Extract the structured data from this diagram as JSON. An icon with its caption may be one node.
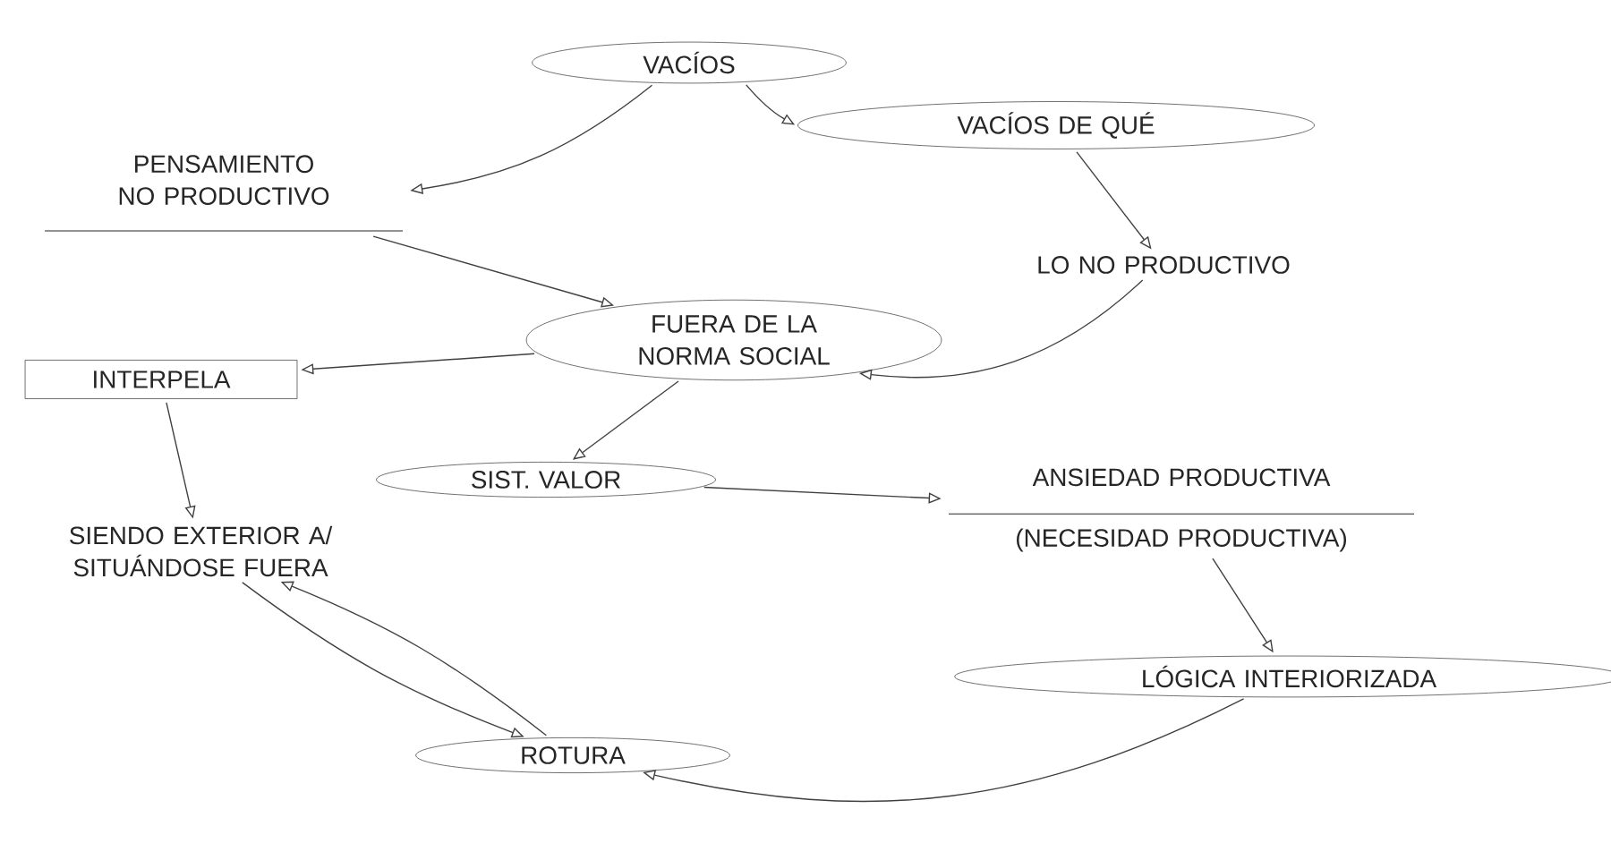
{
  "diagram": {
    "nodes": [
      {
        "text": [
          "VACÍOS"
        ]
      },
      {
        "text": [
          "PENSAMIENTO NO PRODUCTIVO"
        ]
      },
      {
        "text": [
          "VACÍOS DE QUÉ"
        ]
      },
      {
        "text": [
          "LO NO PRODUCTIVO"
        ]
      },
      {
        "text": [
          "FUERA DE LA NORMA SOCIAL"
        ]
      },
      {
        "text": [
          "INTERPELA"
        ]
      },
      {
        "text": [
          "SIENDO EXTERIOR A/ SITUÁNDOSE FUERA"
        ]
      },
      {
        "text": [
          "SIST. VALOR"
        ]
      },
      {
        "text": [
          "ANSIEDAD PRODUCTIVA",
          "(NECESIDAD PRODUCTIVA)"
        ]
      },
      {
        "text": [
          "LÓGICA INTERIORIZADA"
        ]
      },
      {
        "text": [
          "ROTURA"
        ]
      }
    ],
    "edges": [
      {
        "from": 0,
        "to": 1,
        "arrow": "to"
      },
      {
        "from": 0,
        "to": 2,
        "arrow": "to"
      },
      {
        "from": 2,
        "to": 3,
        "arrow": "to"
      },
      {
        "from": 3,
        "to": 4,
        "arrow": "to"
      },
      {
        "from": 1,
        "to": 4,
        "arrow": "to"
      },
      {
        "from": 4,
        "to": 5,
        "arrow": "to"
      },
      {
        "from": 5,
        "to": 6,
        "arrow": "to"
      },
      {
        "from": 4,
        "to": 7,
        "arrow": "to"
      },
      {
        "from": 7,
        "to": 8,
        "arrow": "to"
      },
      {
        "from": 8,
        "to": 9,
        "arrow": "to"
      },
      {
        "from": 9,
        "to": 10,
        "arrow": "to"
      },
      {
        "from": 6,
        "to": 10,
        "arrow": "to"
      },
      {
        "from": 10,
        "to": 6,
        "arrow": "to"
      }
    ]
  }
}
